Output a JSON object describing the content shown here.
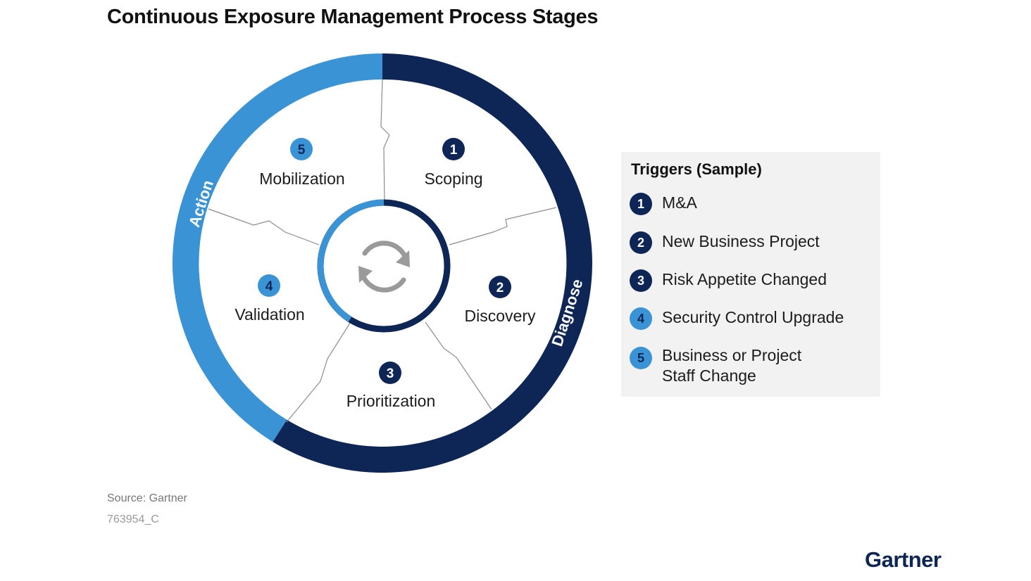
{
  "title": "Continuous Exposure Management Process Stages",
  "ring": {
    "left_label": "Action",
    "right_label": "Diagnose",
    "colors": {
      "action": "#3a93d5",
      "diagnose": "#0e2656"
    }
  },
  "center_icon": "refresh-cycle-icon",
  "stages": [
    {
      "num": "1",
      "label": "Scoping",
      "group": "diagnose"
    },
    {
      "num": "2",
      "label": "Discovery",
      "group": "diagnose"
    },
    {
      "num": "3",
      "label": "Prioritization",
      "group": "diagnose"
    },
    {
      "num": "4",
      "label": "Validation",
      "group": "action"
    },
    {
      "num": "5",
      "label": "Mobilization",
      "group": "action"
    }
  ],
  "triggers": {
    "title": "Triggers (Sample)",
    "items": [
      {
        "num": "1",
        "text": "M&A"
      },
      {
        "num": "2",
        "text": "New Business Project"
      },
      {
        "num": "3",
        "text": "Risk Appetite Changed"
      },
      {
        "num": "4",
        "text": "Security Control Upgrade"
      },
      {
        "num": "5",
        "text": "Business or Project Staff Change"
      }
    ]
  },
  "source": "Source: Gartner",
  "code": "763954_C",
  "brand": "Gartner"
}
